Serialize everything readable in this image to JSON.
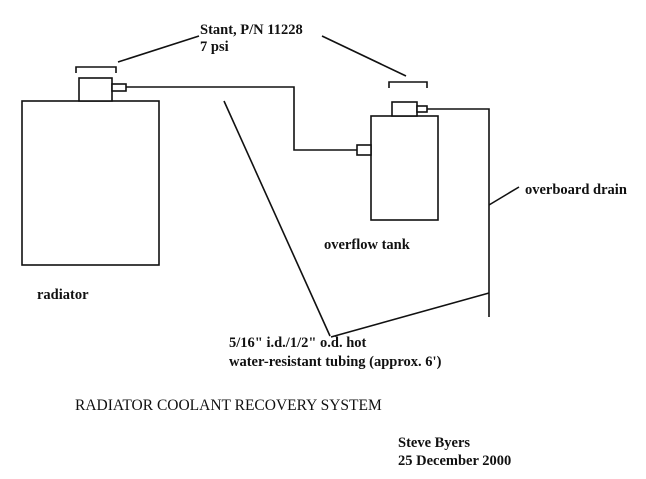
{
  "diagram": {
    "title": "RADIATOR COOLANT RECOVERY SYSTEM",
    "cap_label": "Stant, P/N 11228",
    "cap_pressure": "7 psi",
    "radiator_label": "radiator",
    "overflow_tank_label": "overflow tank",
    "drain_label": "overboard drain",
    "tubing_label_line1": "5/16\" i.d./1/2\" o.d. hot",
    "tubing_label_line2": "water-resistant tubing  (approx. 6')",
    "author": "Steve Byers",
    "date": "25 December 2000"
  }
}
